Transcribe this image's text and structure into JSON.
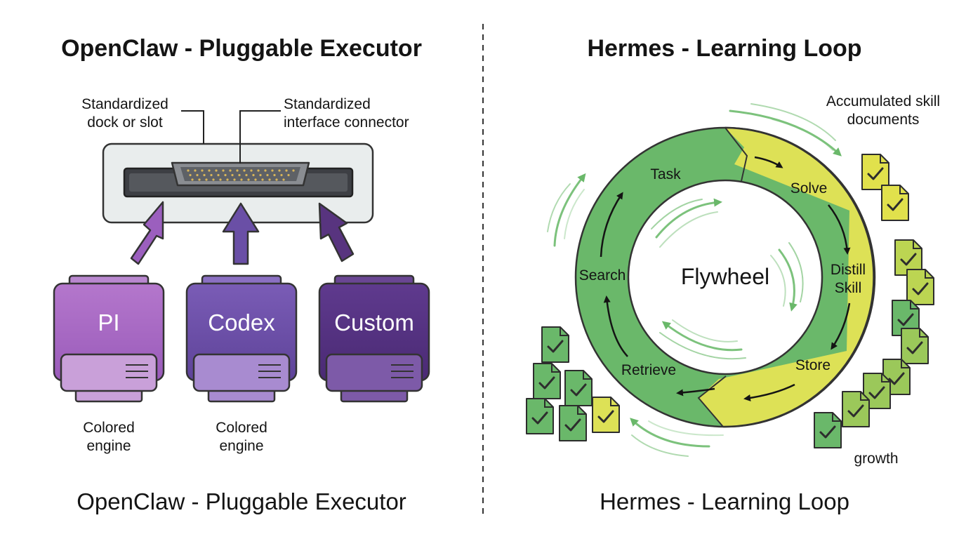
{
  "colors": {
    "purple_light": "#a866c4",
    "purple_mid": "#6c51a9",
    "purple_dark": "#53307f",
    "green": "#6ab86a",
    "yellow": "#dde156"
  },
  "left_panel": {
    "title_top": "OpenClaw - Pluggable Executor",
    "title_bottom": "OpenClaw - Pluggable Executor",
    "dock_label": [
      "Standardized",
      "dock or slot"
    ],
    "connector_label": [
      "Standardized",
      "interface connector"
    ],
    "engines": [
      {
        "name": "PI",
        "caption": [
          "Colored",
          "engine"
        ]
      },
      {
        "name": "Codex",
        "caption": [
          "Colored",
          "engine"
        ]
      },
      {
        "name": "Custom",
        "caption": []
      }
    ]
  },
  "right_panel": {
    "title_top": "Hermes - Learning Loop",
    "title_bottom": "Hermes - Learning Loop",
    "center": "Flywheel",
    "steps": [
      "Task",
      "Solve",
      "Distill Skill",
      "Store",
      "Retrieve",
      "Search"
    ],
    "distill_lines": [
      "Distill",
      "Skill"
    ],
    "docs_label": [
      "Accumulated skill",
      "documents"
    ],
    "growth_label": "growth",
    "doc_icon": "checkmark-document-icon"
  }
}
